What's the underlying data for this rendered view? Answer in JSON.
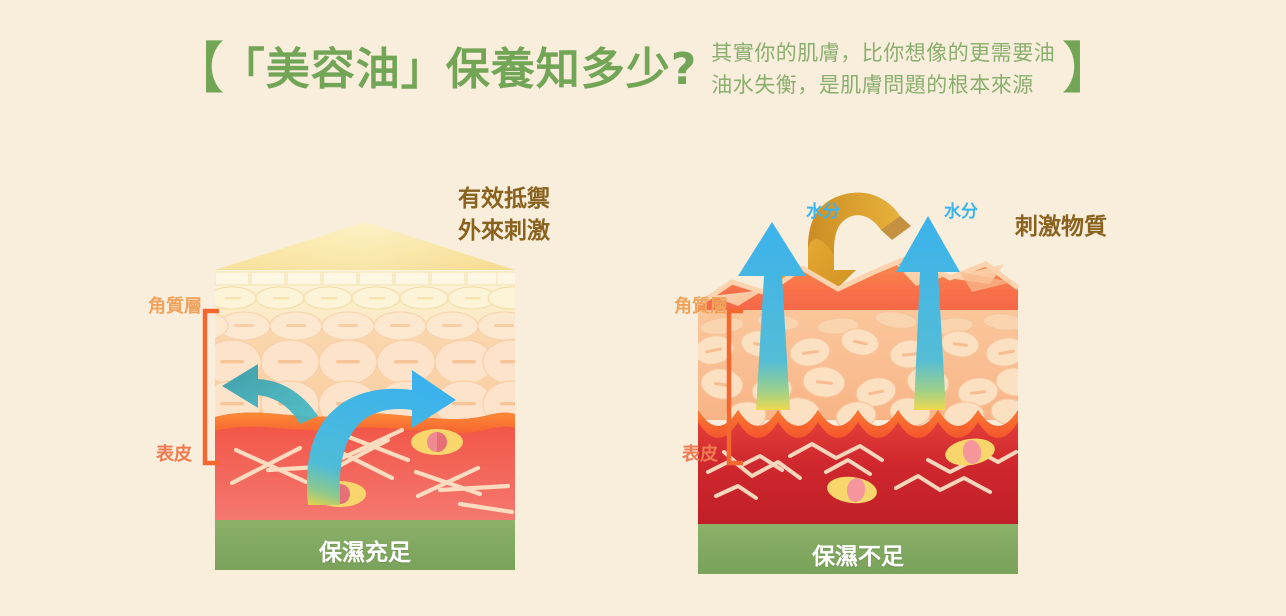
{
  "page": {
    "background_color": "#f8eedb",
    "title_color": "#73a557",
    "subtitle_color": "#8aae6e"
  },
  "header": {
    "bracket_left": "【",
    "bracket_right": "】",
    "title": "「美容油」保養知多少?",
    "subtitle_line1": "其實你的肌膚，比你想像的更需要油",
    "subtitle_line2": "油水失衡，是肌膚問題的根本來源"
  },
  "diagrams": [
    {
      "id": "healthy-skin",
      "callout": "有效抵禦\n外來刺激",
      "callout_line1": "有效抵禦",
      "callout_line2": "外來刺激",
      "callout_color": "#8a6220",
      "layer_labels": {
        "stratum_corneum": "角質層",
        "epidermis": "表皮"
      },
      "bottom_bar_label": "保濕充足",
      "bottom_bar_color": "#7ba35c",
      "arrow_colors": {
        "deflect_arrow": "#d99a28",
        "moisture_arrow": "#3eb4ea"
      }
    },
    {
      "id": "damaged-skin",
      "callout": "刺激物質",
      "callout_color": "#8a6220",
      "water_label_left": "水分",
      "water_label_right": "水分",
      "water_label_color": "#3ab4ef",
      "layer_labels": {
        "stratum_corneum": "角質層",
        "epidermis": "表皮"
      },
      "bottom_bar_label": "保濕不足",
      "bottom_bar_color": "#7ba35c",
      "arrow_colors": {
        "irritant_arrow": "#d99a28",
        "moisture_loss_arrow": "#3eb4ea"
      }
    }
  ]
}
